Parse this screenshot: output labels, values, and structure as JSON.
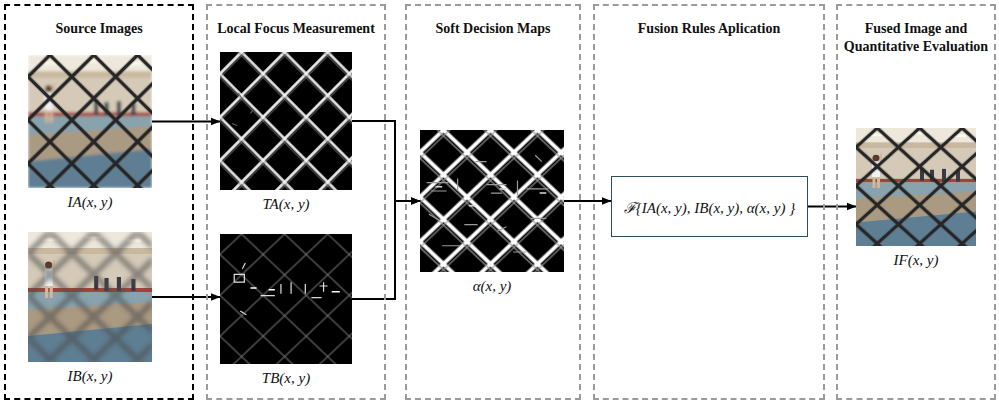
{
  "diagram": {
    "nodes": [
      {
        "text": [
          "Source Images"
        ]
      },
      {
        "text": [
          "IA(x, y)"
        ],
        "in": 0
      },
      {
        "text": [
          "IB(x, y)"
        ],
        "in": 0
      },
      {
        "text": [
          "Local Focus Measurement"
        ]
      },
      {
        "text": [
          "TA(x, y)"
        ],
        "in": 3
      },
      {
        "text": [
          "TB(x, y)"
        ],
        "in": 3
      },
      {
        "text": [
          "Soft Decision Maps"
        ]
      },
      {
        "text": [
          "α(x, y)"
        ],
        "in": 6
      },
      {
        "text": [
          "Fusion Rules Aplication"
        ]
      },
      {
        "text": [
          "ℱ{IA(x, y), IB(x, y), α(x, y) }"
        ],
        "in": 8
      },
      {
        "text": [
          "Fused Image and Quantitative Evaluation"
        ]
      },
      {
        "text": [
          "IF(x, y)"
        ],
        "in": 10
      }
    ],
    "edges": [
      {
        "from": 1,
        "to": 4,
        "arrow": "to"
      },
      {
        "from": 2,
        "to": 5,
        "arrow": "to"
      },
      {
        "from": 4,
        "to": 7,
        "arrow": "to"
      },
      {
        "from": 5,
        "to": 7,
        "arrow": "to"
      },
      {
        "from": 7,
        "to": 9,
        "arrow": "to"
      },
      {
        "from": 9,
        "to": 11,
        "arrow": "to"
      }
    ]
  }
}
